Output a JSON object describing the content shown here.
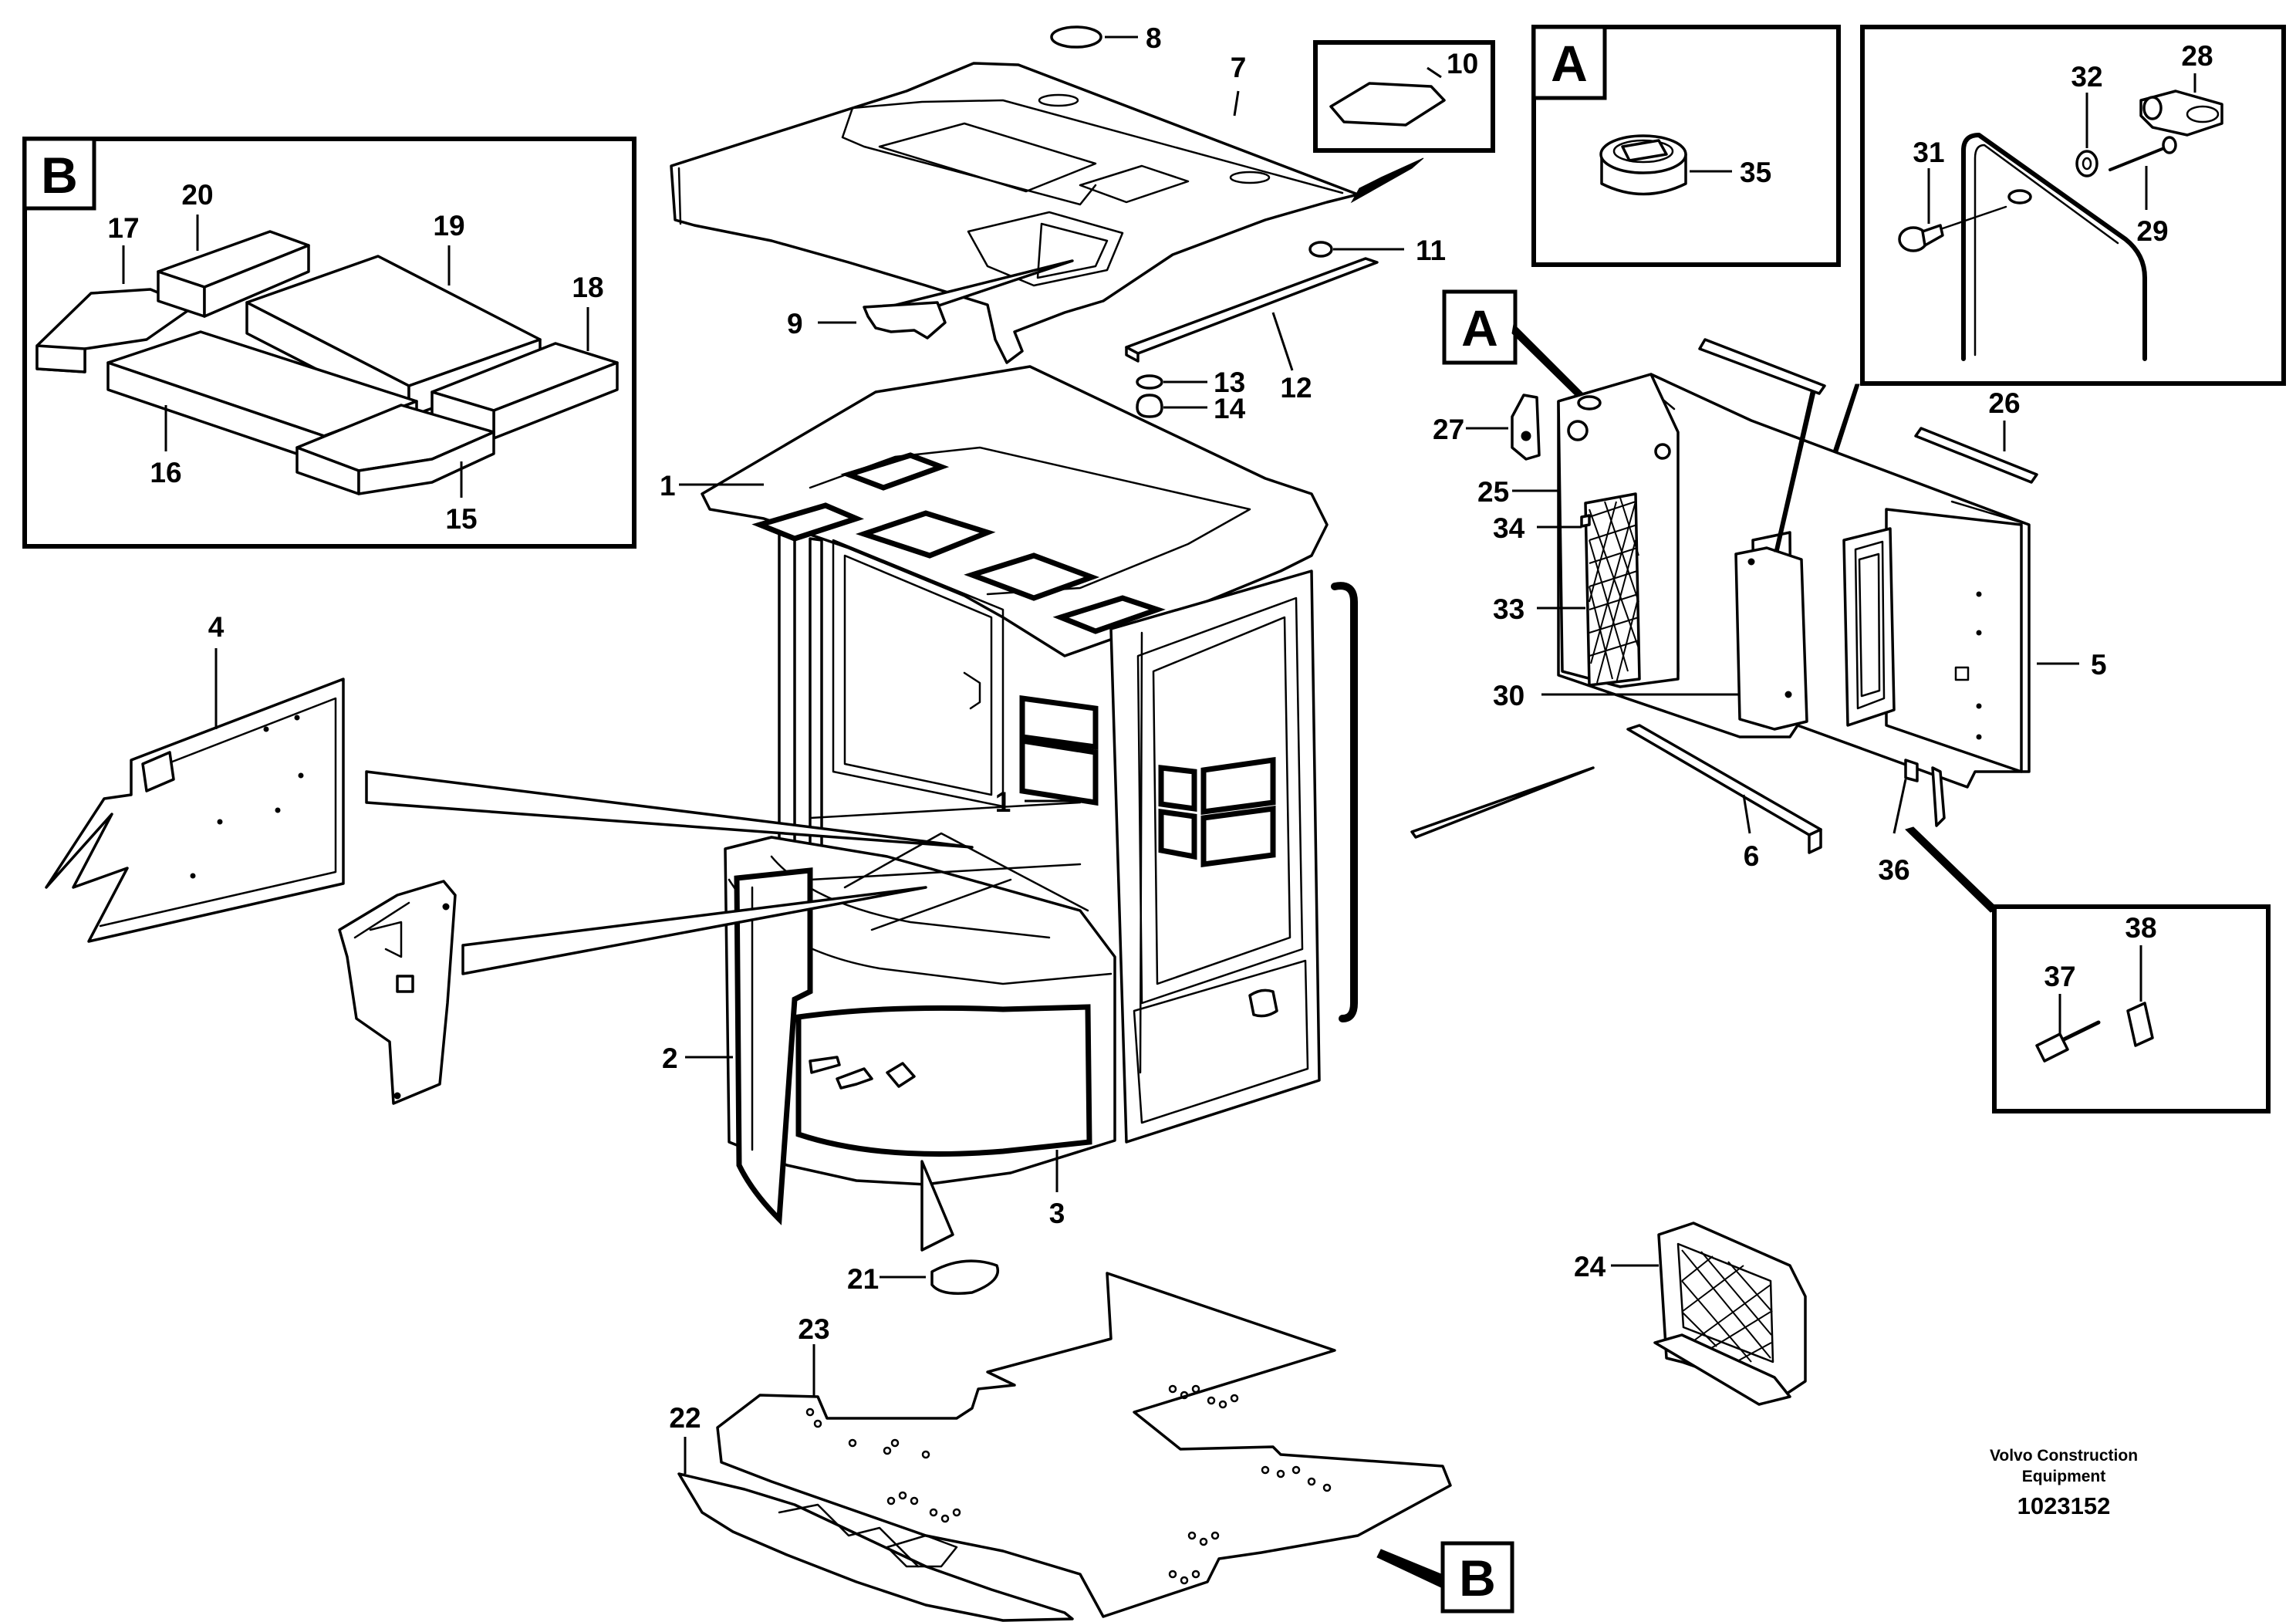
{
  "callouts": {
    "n1": "1",
    "n1b": "1",
    "n2": "2",
    "n3": "3",
    "n4": "4",
    "n5": "5",
    "n6": "6",
    "n7": "7",
    "n8": "8",
    "n9": "9",
    "n10": "10",
    "n11": "11",
    "n12": "12",
    "n13": "13",
    "n14": "14",
    "n15": "15",
    "n16": "16",
    "n17": "17",
    "n18": "18",
    "n19": "19",
    "n20": "20",
    "n21": "21",
    "n22": "22",
    "n23": "23",
    "n24": "24",
    "n25": "25",
    "n26": "26",
    "n27": "27",
    "n28": "28",
    "n29": "29",
    "n30": "30",
    "n31": "31",
    "n32": "32",
    "n33": "33",
    "n34": "34",
    "n35": "35",
    "n36": "36",
    "n37": "37",
    "n38": "38"
  },
  "section_tags": {
    "a_box": "A",
    "a_ref": "A",
    "b_box": "B",
    "b_ref": "B"
  },
  "footer": {
    "company_line1": "Volvo Construction",
    "company_line2": "Equipment",
    "drawing_number": "1023152"
  }
}
